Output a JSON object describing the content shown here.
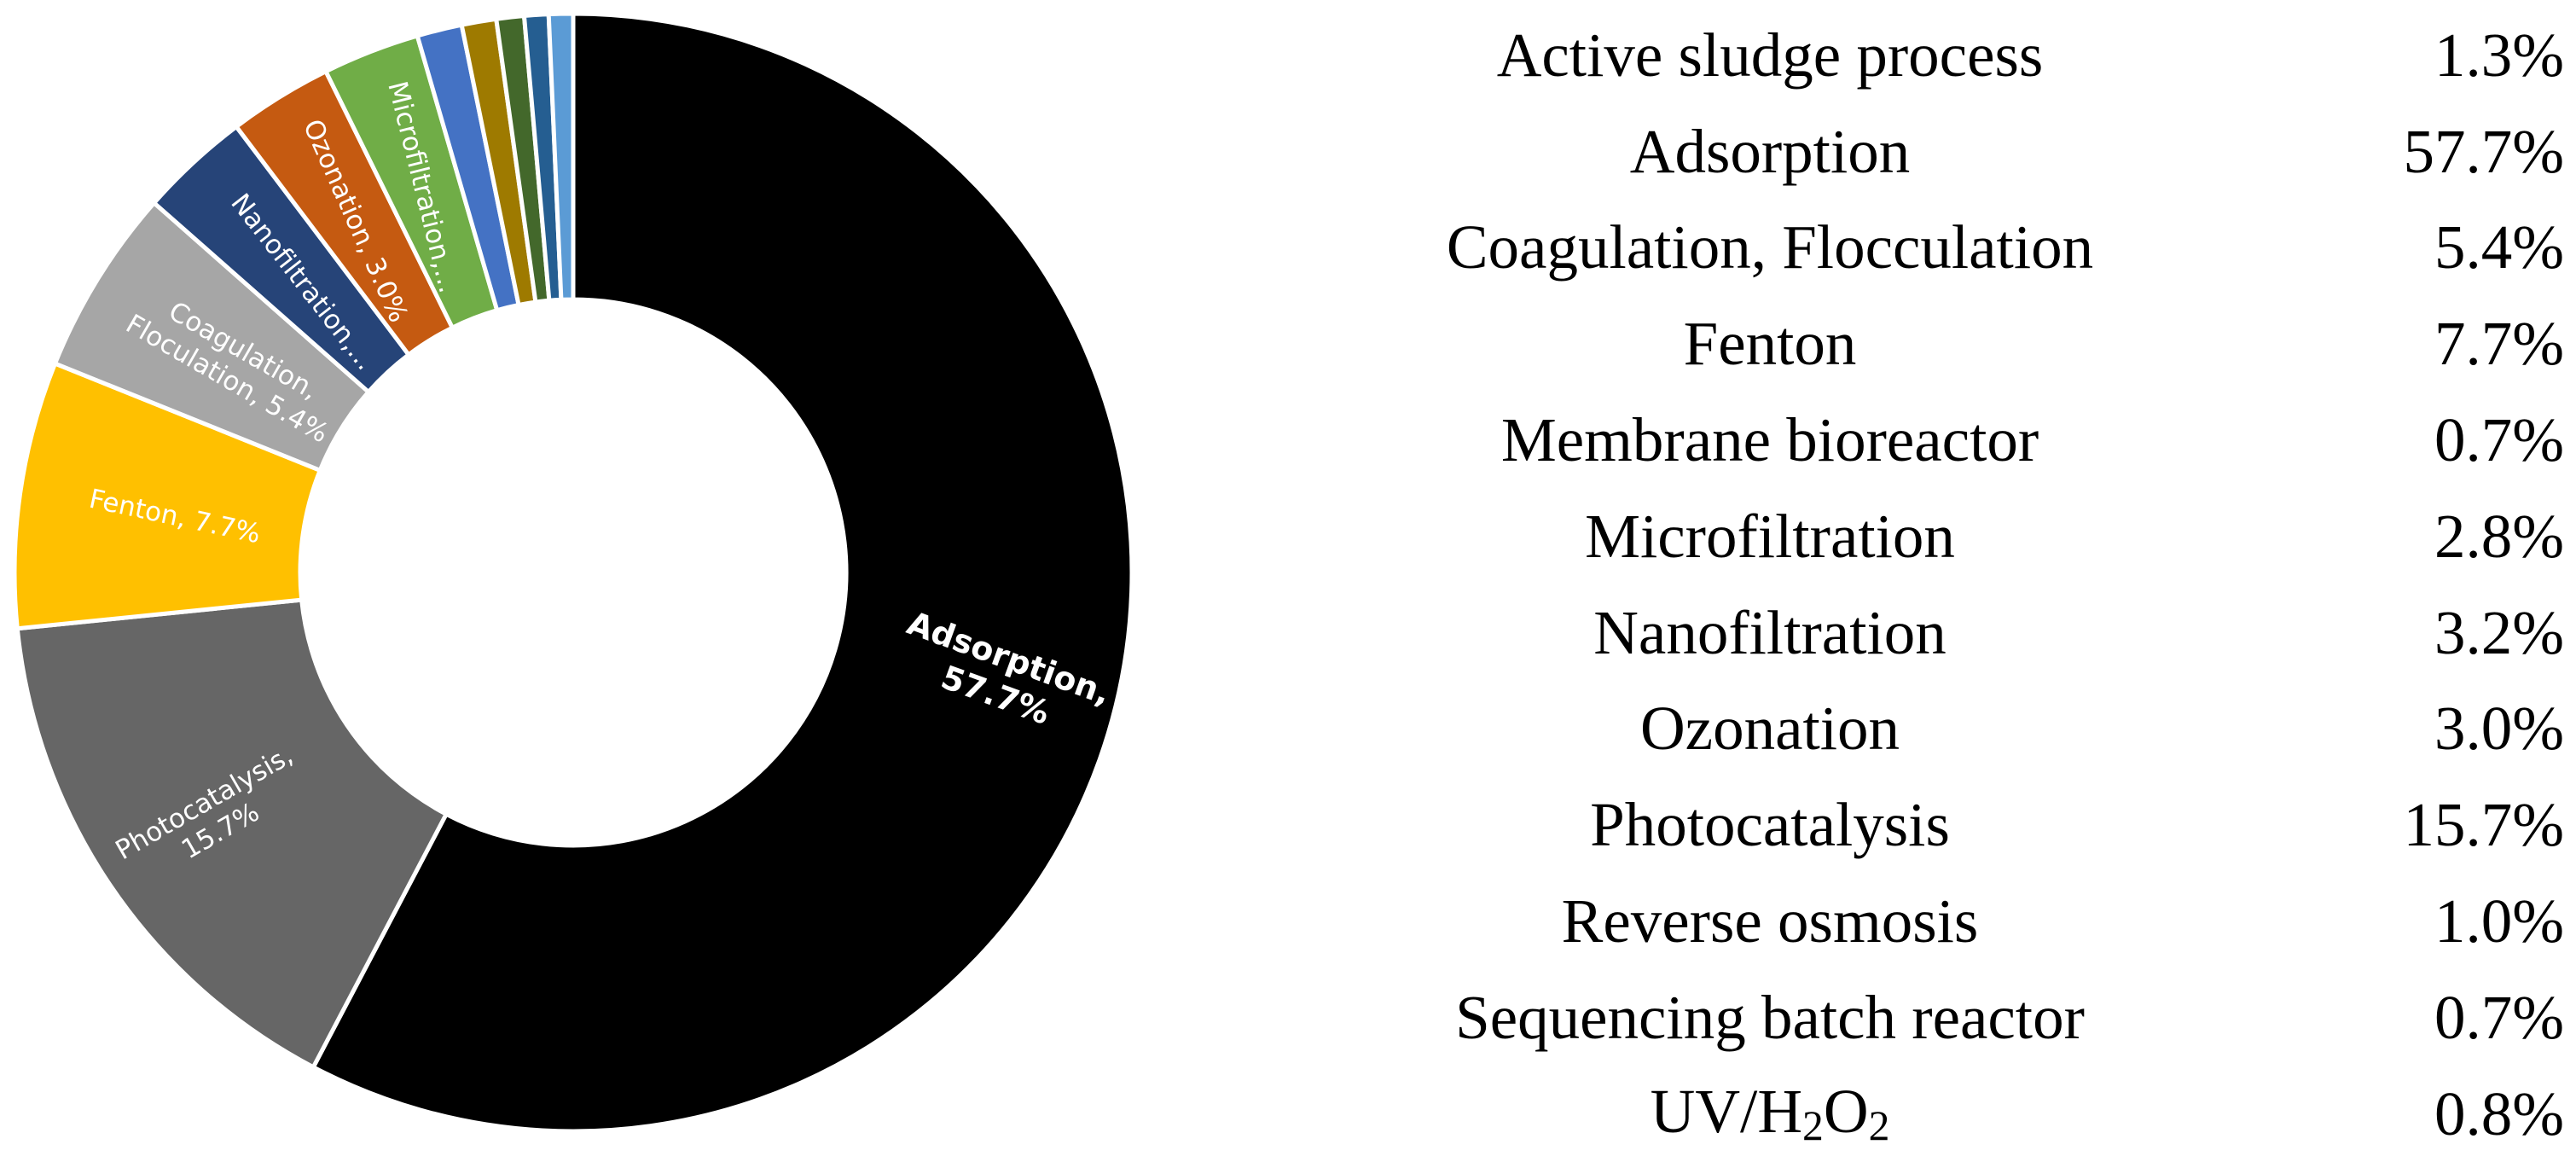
{
  "chart_data": {
    "type": "pie",
    "variant": "donut",
    "slices": [
      {
        "label": "Adsorption, 57.7%",
        "value": 57.7,
        "color": "#000000",
        "label_color": "#ffffff"
      },
      {
        "label": "Photocatalysis, 15.7%",
        "value": 15.7,
        "color": "#666666",
        "label_color": "#ffffff"
      },
      {
        "label": "Fenton, 7.7%",
        "value": 7.7,
        "color": "#ffc000",
        "label_color": "#ffffff"
      },
      {
        "label": "Coagulation, Floculation, 5.4%",
        "value": 5.4,
        "color": "#a6a6a6",
        "label_color": "#ffffff"
      },
      {
        "label": "Nanofiltration,...",
        "value": 3.2,
        "color": "#264478",
        "label_color": "#ffffff"
      },
      {
        "label": "Ozonation, 3.0%",
        "value": 3.0,
        "color": "#c55a11",
        "label_color": "#ffffff"
      },
      {
        "label": "Microfiltration,...",
        "value": 2.8,
        "color": "#70ad47",
        "label_color": "#ffffff"
      },
      {
        "label": "",
        "value": 1.3,
        "color": "#4472c4",
        "label_color": "#ffffff"
      },
      {
        "label": "",
        "value": 1.0,
        "color": "#9e7a00",
        "label_color": "#ffffff"
      },
      {
        "label": "",
        "value": 0.8,
        "color": "#43682b",
        "label_color": "#ffffff"
      },
      {
        "label": "",
        "value": 0.7,
        "color": "#255e91",
        "label_color": "#ffffff"
      },
      {
        "label": "",
        "value": 0.7,
        "color": "#5b9bd5",
        "label_color": "#ffffff"
      }
    ],
    "legend_table": [
      {
        "method": "Active sludge process",
        "share": "1.3%"
      },
      {
        "method": "Adsorption",
        "share": "57.7%"
      },
      {
        "method": "Coagulation, Flocculation",
        "share": "5.4%"
      },
      {
        "method": "Fenton",
        "share": "7.7%"
      },
      {
        "method": "Membrane bioreactor",
        "share": "0.7%"
      },
      {
        "method": "Microfiltration",
        "share": "2.8%"
      },
      {
        "method": "Nanofiltration",
        "share": "3.2%"
      },
      {
        "method": "Ozonation",
        "share": "3.0%"
      },
      {
        "method": "Photocatalysis",
        "share": "15.7%"
      },
      {
        "method": "Reverse osmosis",
        "share": "1.0%"
      },
      {
        "method": "Sequencing batch reactor",
        "share": "0.7%"
      },
      {
        "method": "UV/H",
        "method_sub_1": "2",
        "method_mid": "O",
        "method_sub_2": "2",
        "share": "0.8%"
      }
    ]
  }
}
